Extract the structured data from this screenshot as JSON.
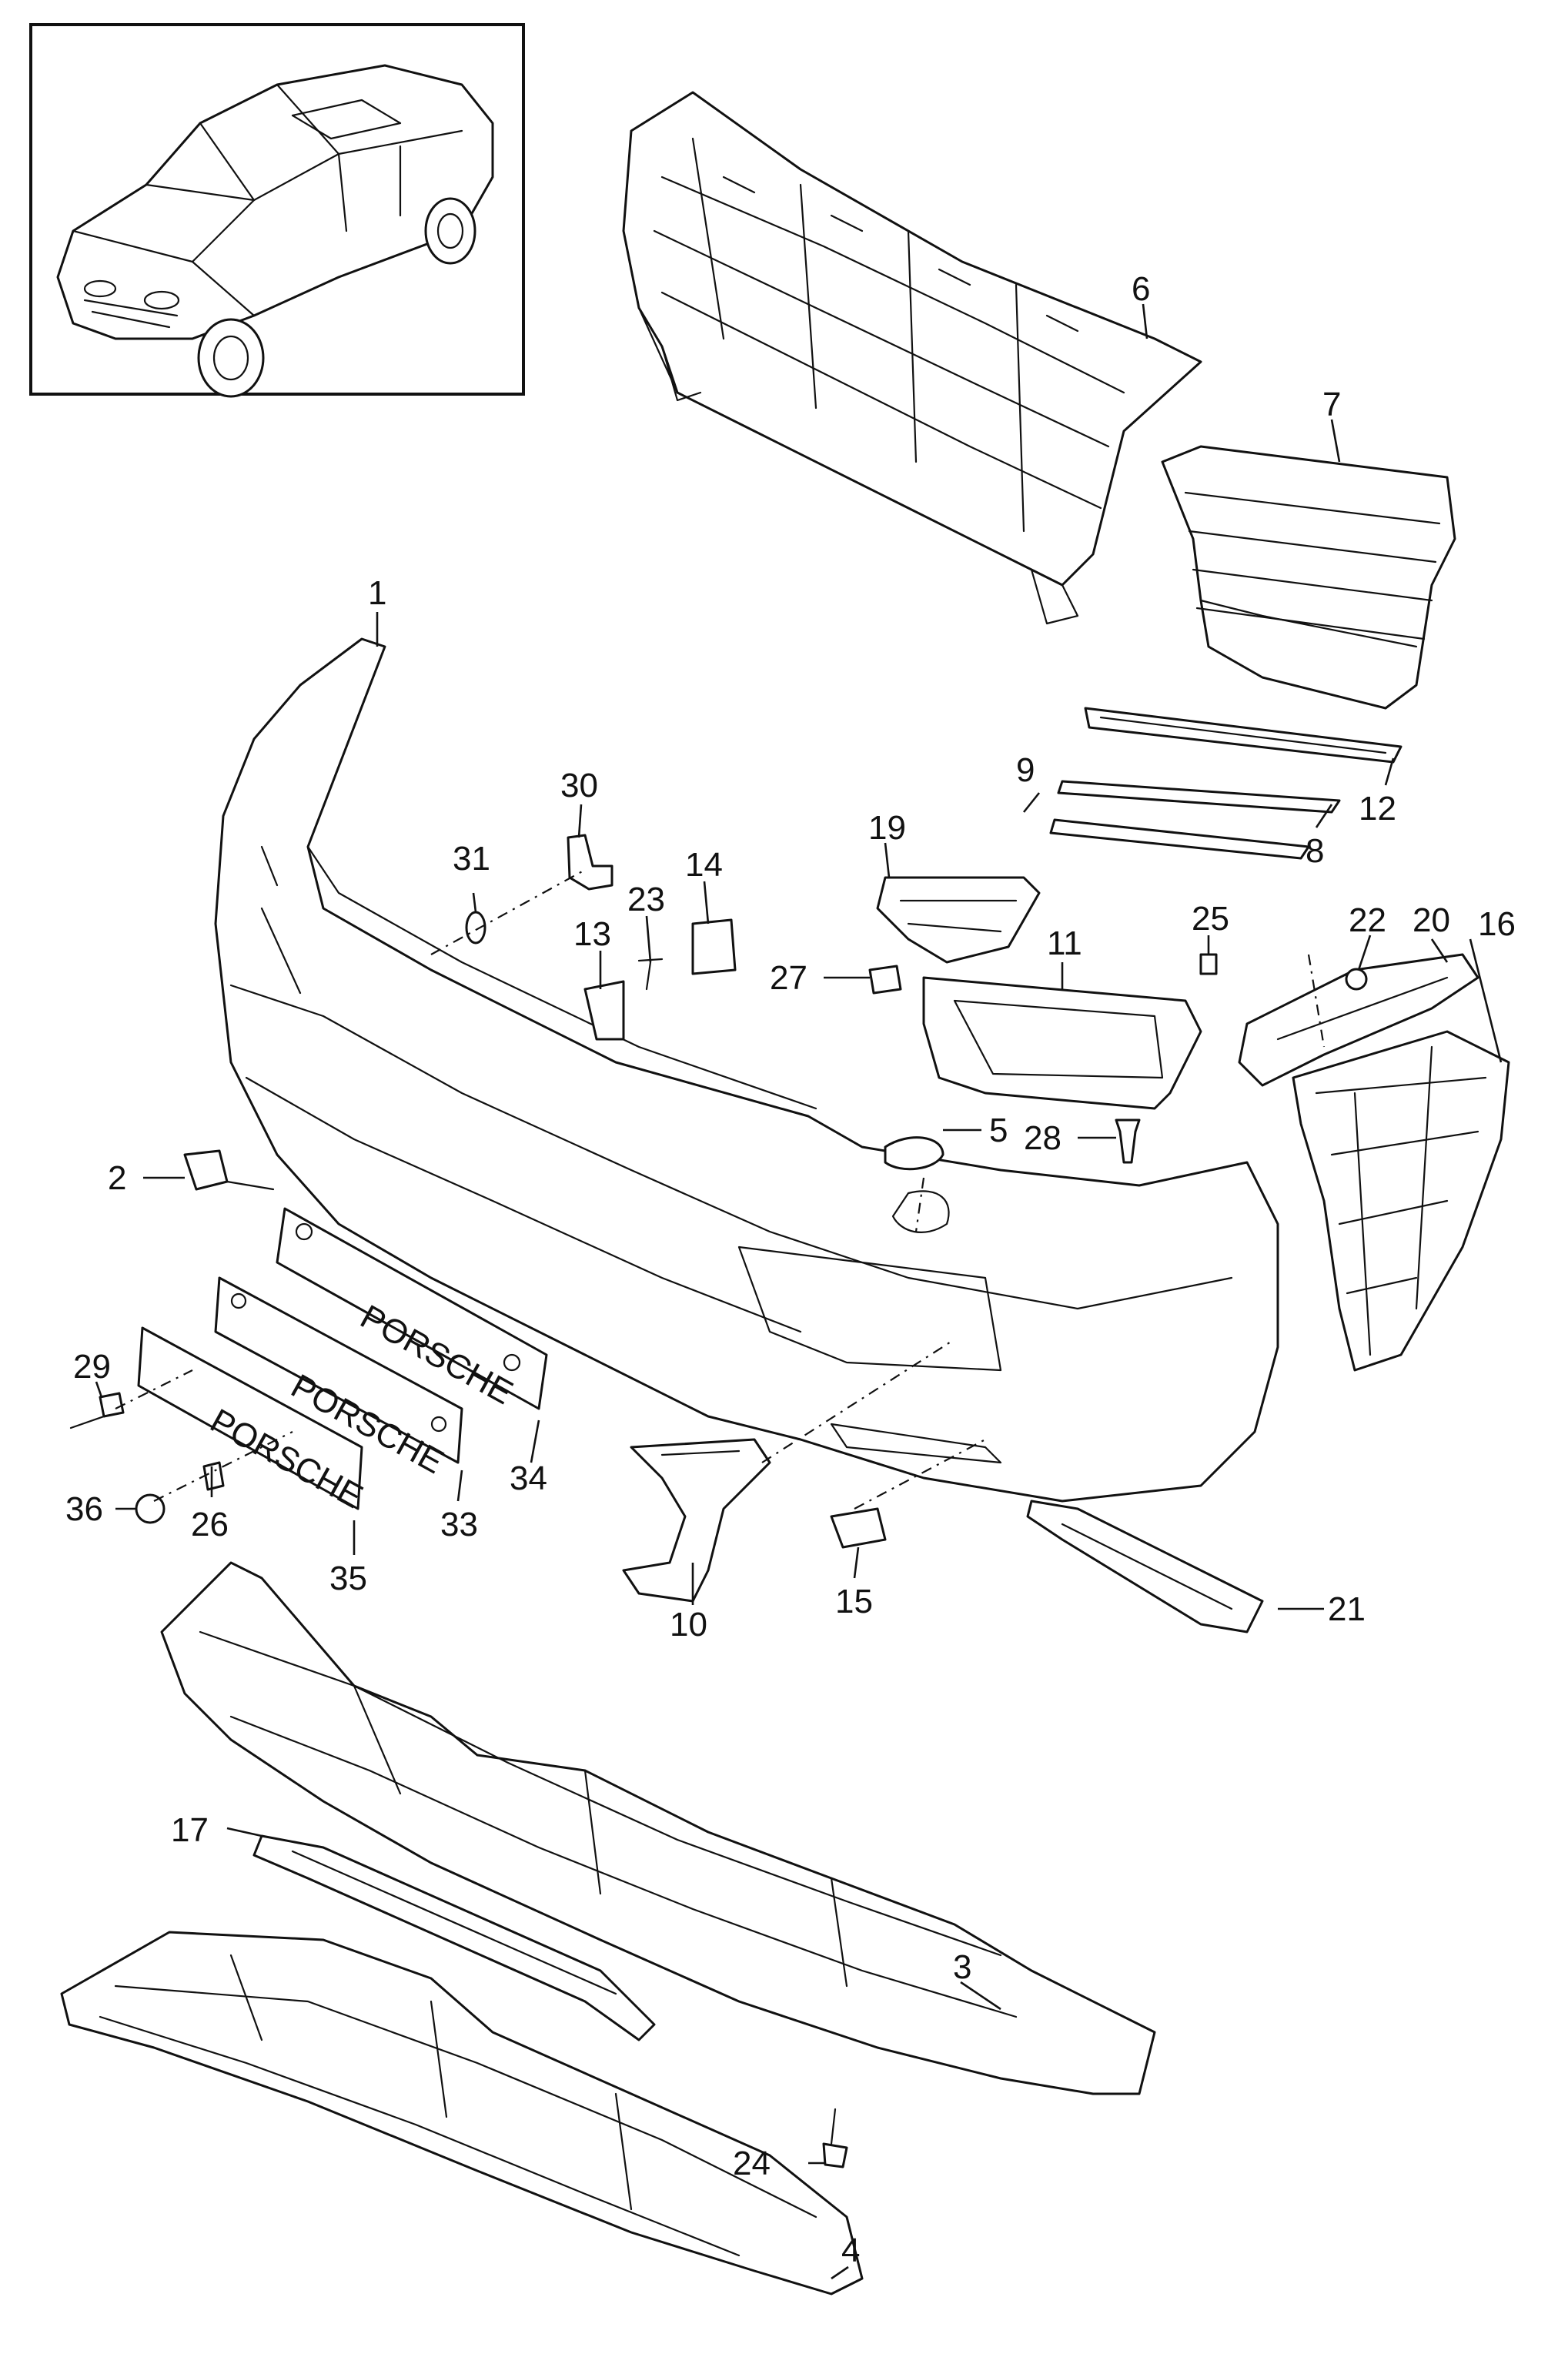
{
  "callouts": [
    {
      "label": "1"
    },
    {
      "label": "2"
    },
    {
      "label": "3"
    },
    {
      "label": "4"
    },
    {
      "label": "5"
    },
    {
      "label": "6"
    },
    {
      "label": "7"
    },
    {
      "label": "8"
    },
    {
      "label": "9"
    },
    {
      "label": "10"
    },
    {
      "label": "11"
    },
    {
      "label": "12"
    },
    {
      "label": "13"
    },
    {
      "label": "14"
    },
    {
      "label": "15"
    },
    {
      "label": "16"
    },
    {
      "label": "17"
    },
    {
      "label": "19"
    },
    {
      "label": "20"
    },
    {
      "label": "21"
    },
    {
      "label": "22"
    },
    {
      "label": "23"
    },
    {
      "label": "24"
    },
    {
      "label": "25"
    },
    {
      "label": "26"
    },
    {
      "label": "27"
    },
    {
      "label": "28"
    },
    {
      "label": "29"
    },
    {
      "label": "30"
    },
    {
      "label": "31"
    },
    {
      "label": "33"
    },
    {
      "label": "34"
    },
    {
      "label": "35"
    },
    {
      "label": "36"
    }
  ],
  "plates": {
    "emblem_text": "PORSCHE"
  },
  "colors": {
    "line": "#111111",
    "background": "#ffffff"
  },
  "icons": {
    "vehicle": "vehicle-thumbnail-icon"
  }
}
